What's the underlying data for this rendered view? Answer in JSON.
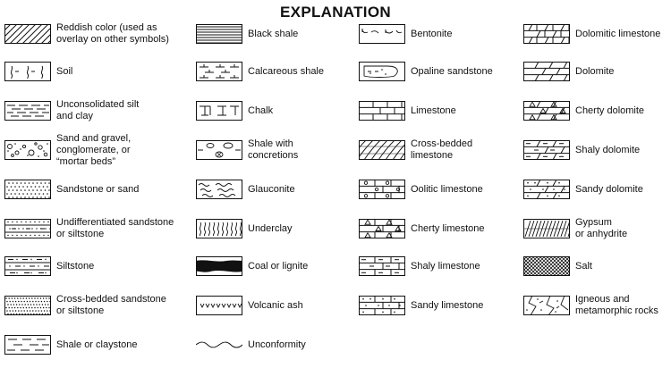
{
  "title": "EXPLANATION",
  "items": [
    {
      "label": "Reddish color (used as\noverlay on other symbols)",
      "pattern": "hatch-diagonal"
    },
    {
      "label": "Soil",
      "pattern": "soil"
    },
    {
      "label": "Unconsolidated silt\nand clay",
      "pattern": "silt-clay"
    },
    {
      "label": "Sand and gravel,\nconglomerate, or\n“mortar beds”",
      "pattern": "conglomerate"
    },
    {
      "label": "Sandstone or sand",
      "pattern": "sandstone"
    },
    {
      "label": "Undifferentiated sandstone\nor siltstone",
      "pattern": "undiff-sandstone"
    },
    {
      "label": "Siltstone",
      "pattern": "siltstone"
    },
    {
      "label": "Cross-bedded sandstone\nor siltstone",
      "pattern": "crossbedded-sandstone"
    },
    {
      "label": "Shale or claystone",
      "pattern": "shale"
    },
    {
      "label": "Black shale",
      "pattern": "black-shale"
    },
    {
      "label": "Calcareous shale",
      "pattern": "calcareous-shale"
    },
    {
      "label": "Chalk",
      "pattern": "chalk"
    },
    {
      "label": "Shale with\nconcretions",
      "pattern": "concretions"
    },
    {
      "label": "Glauconite",
      "pattern": "glauconite"
    },
    {
      "label": "Underclay",
      "pattern": "underclay"
    },
    {
      "label": "Coal or lignite",
      "pattern": "coal"
    },
    {
      "label": "Volcanic ash",
      "pattern": "volcanic-ash"
    },
    {
      "label": "Unconformity",
      "pattern": "unconformity"
    },
    {
      "label": "Bentonite",
      "pattern": "bentonite"
    },
    {
      "label": "Opaline sandstone",
      "pattern": "opaline"
    },
    {
      "label": "Limestone",
      "pattern": "limestone"
    },
    {
      "label": "Cross-bedded\nlimestone",
      "pattern": "crossbedded-limestone"
    },
    {
      "label": "Oolitic limestone",
      "pattern": "oolitic"
    },
    {
      "label": "Cherty limestone",
      "pattern": "cherty-limestone"
    },
    {
      "label": "Shaly limestone",
      "pattern": "shaly-limestone"
    },
    {
      "label": "Sandy limestone",
      "pattern": "sandy-limestone"
    },
    {
      "label": "Dolomitic limestone",
      "pattern": "dolomitic-limestone"
    },
    {
      "label": "Dolomite",
      "pattern": "dolomite"
    },
    {
      "label": "Cherty dolomite",
      "pattern": "cherty-dolomite"
    },
    {
      "label": "Shaly dolomite",
      "pattern": "shaly-dolomite"
    },
    {
      "label": "Sandy dolomite",
      "pattern": "sandy-dolomite"
    },
    {
      "label": "Gypsum\nor anhydrite",
      "pattern": "gypsum"
    },
    {
      "label": "Salt",
      "pattern": "salt"
    },
    {
      "label": "Igneous and\nmetamorphic rocks",
      "pattern": "igneous"
    }
  ]
}
